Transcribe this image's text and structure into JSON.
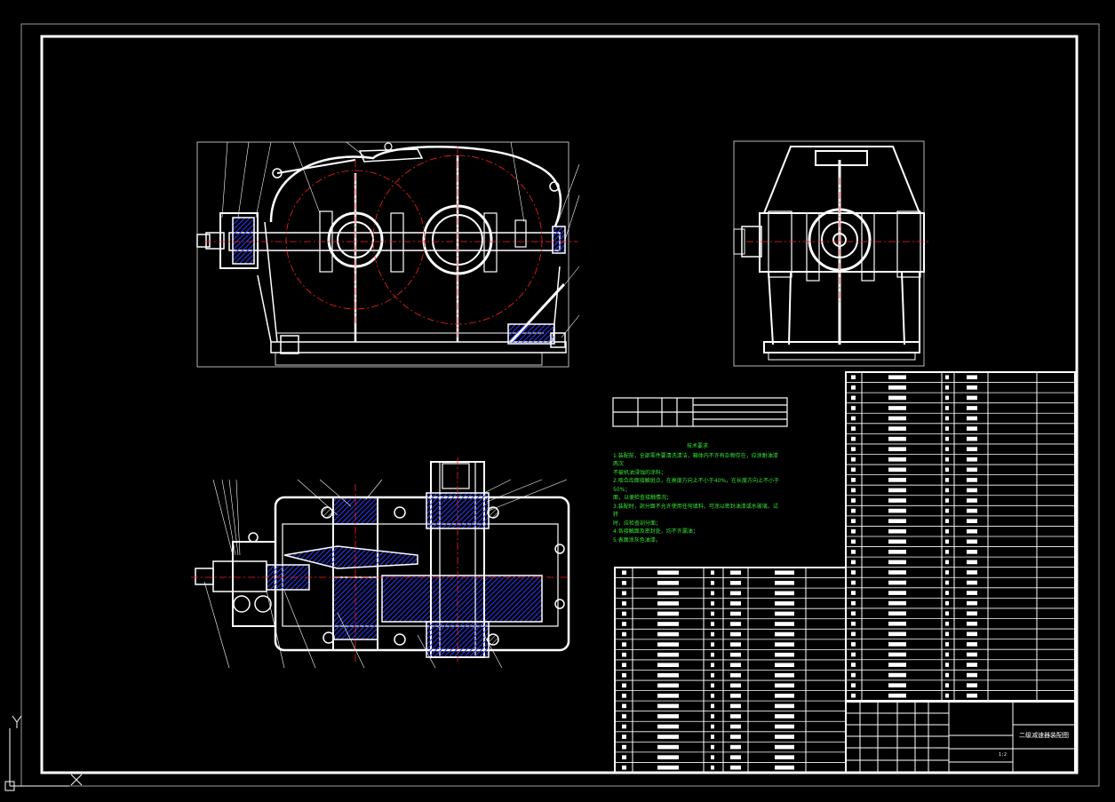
{
  "drawing": {
    "title": "二级减速器装配图",
    "scale": "1:2",
    "technical_requirements": {
      "title": "技术要求",
      "lines": [
        "1.装配前，全部零件要清洗清洁，箱体内不许有杂物存在，应涂耐油漆两次",
        "不被机油浸蚀的涂料；",
        "2.啮合齿面接触斑点，在高度方向上不小于40%，在长度方向上不小于50%；",
        "面，以便检查接触情况；",
        "3.装配时，剖分面不允许使用任何填料，可涂以密封油漆或水玻璃，试转",
        "时，应检查剖分面；",
        "4.各接触面及密封处，均不许漏油；",
        "5.表面涂灰色油漆。"
      ]
    }
  },
  "colors": {
    "background": "#000000",
    "lines": "#ffffff",
    "section_hatch": "#2233ff",
    "centerline": "#ff2020",
    "notes": "#39e639",
    "grey_frame": "#9a9a9a"
  }
}
